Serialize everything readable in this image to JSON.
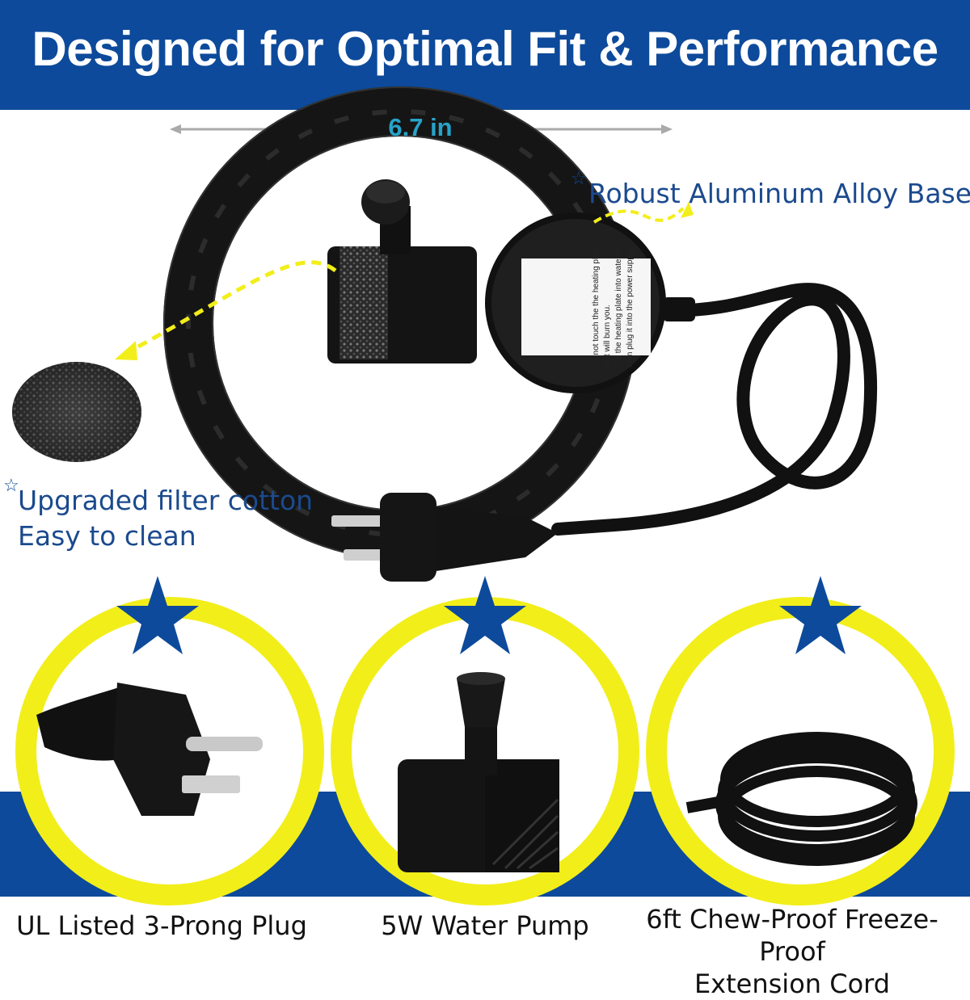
{
  "header": {
    "title": "Designed for Optimal Fit & Performance",
    "background_color": "#0d4a9b"
  },
  "dimension": {
    "label": "6.7 in"
  },
  "callouts": {
    "base": "Robust Aluminum Alloy Base",
    "filter_line1": "Upgraded filter cotton",
    "filter_line2": "Easy to clean"
  },
  "features": [
    {
      "label": "UL Listed 3-Prong Plug",
      "icon": "star-icon"
    },
    {
      "label": "5W Water Pump",
      "icon": "star-icon"
    },
    {
      "label_line1": "6ft Chew-Proof Freeze-Proof",
      "label_line2": "Extension Cord",
      "icon": "star-icon"
    }
  ],
  "label_sticker": {
    "line1": "Do not touch the the heating plate,",
    "line2": "or it will burn you.",
    "line3": "Put the heating plate into water first,",
    "line4": "then plug it into the power supply."
  },
  "colors": {
    "accent_yellow": "#f2ee1a",
    "brand_blue": "#0d4a9b",
    "dimension_teal": "#27a3c9",
    "callout_text": "#1b4a8e"
  }
}
